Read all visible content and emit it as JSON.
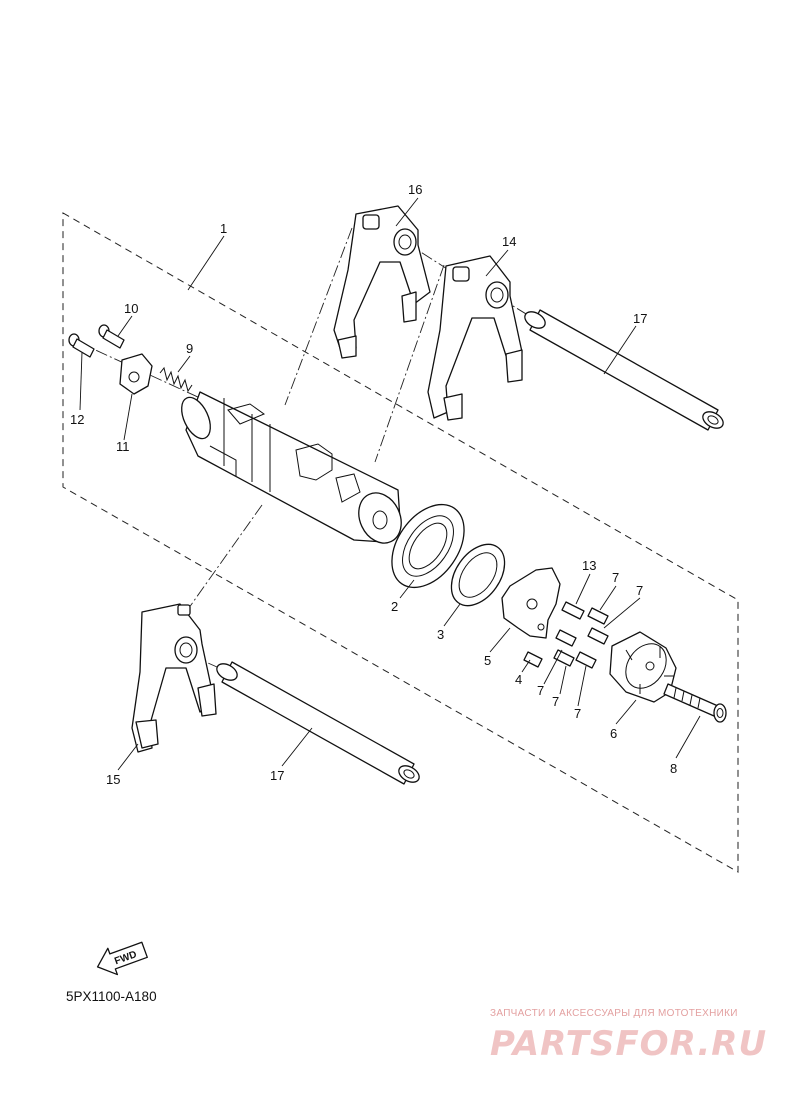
{
  "diagram_code": "5PX1100-A180",
  "fwd_label": "FWD",
  "callouts": {
    "c1": "1",
    "c2": "2",
    "c3": "3",
    "c4": "4",
    "c5": "5",
    "c6": "6",
    "c7a": "7",
    "c7b": "7",
    "c7c": "7",
    "c7d": "7",
    "c7e": "7",
    "c8": "8",
    "c9": "9",
    "c10": "10",
    "c11": "11",
    "c12": "12",
    "c13": "13",
    "c14": "14",
    "c15": "15",
    "c16": "16",
    "c17a": "17",
    "c17b": "17"
  },
  "watermark": {
    "tagline": "ЗАПЧАСТИ И АКСЕССУАРЫ ДЛЯ МОТОТЕХНИКИ",
    "logo": "PARTSFOR.RU"
  }
}
